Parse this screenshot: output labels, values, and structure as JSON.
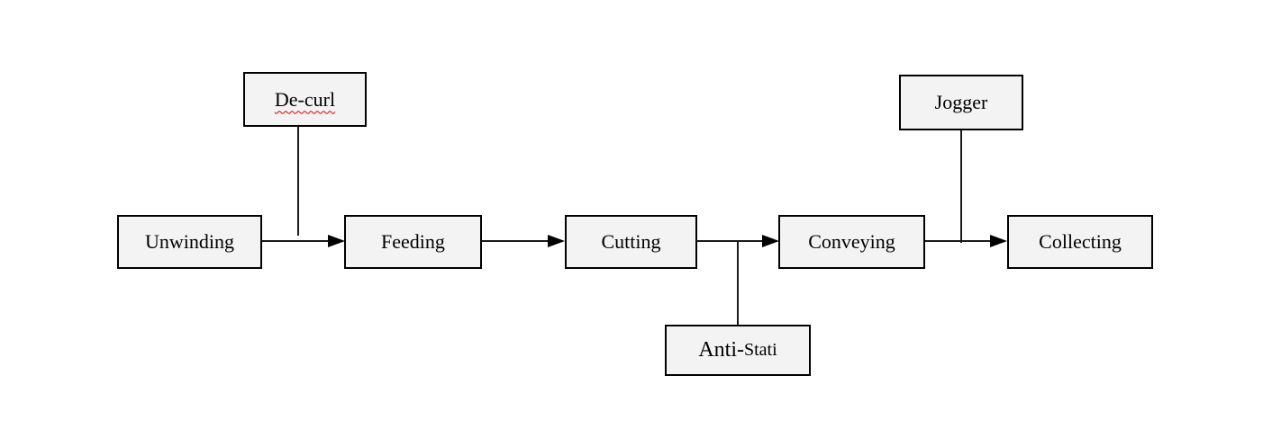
{
  "diagram": {
    "type": "flowchart",
    "nodes": {
      "unwinding": {
        "label": "Unwinding"
      },
      "feeding": {
        "label": "Feeding"
      },
      "cutting": {
        "label": "Cutting"
      },
      "conveying": {
        "label": "Conveying"
      },
      "collecting": {
        "label": "Collecting"
      },
      "decurl": {
        "label": "De-curl",
        "spellcheck_underline": true
      },
      "jogger": {
        "label": "Jogger"
      },
      "antistatic": {
        "label_part1": "Anti-",
        "label_part2": "Stati"
      }
    },
    "flow_order": [
      "Unwinding",
      "Feeding",
      "Cutting",
      "Conveying",
      "Collecting"
    ],
    "edges": [
      {
        "from": "Unwinding",
        "to": "Feeding",
        "type": "arrow"
      },
      {
        "from": "Feeding",
        "to": "Cutting",
        "type": "arrow"
      },
      {
        "from": "Cutting",
        "to": "Conveying",
        "type": "arrow"
      },
      {
        "from": "Conveying",
        "to": "Collecting",
        "type": "arrow"
      },
      {
        "from": "De-curl",
        "attaches_to": "Unwinding-Feeding connector",
        "type": "plain-line"
      },
      {
        "from": "Anti-Stati",
        "attaches_to": "Cutting-Conveying connector",
        "type": "plain-line"
      },
      {
        "from": "Jogger",
        "attaches_to": "Conveying-Collecting connector",
        "type": "plain-line"
      }
    ],
    "colors": {
      "background": "#ffffff",
      "box_fill": "#f3f3f3",
      "box_border": "#000000",
      "line": "#1a1a1a",
      "text": "#000000",
      "spellcheck_underline": "#e00000"
    }
  }
}
